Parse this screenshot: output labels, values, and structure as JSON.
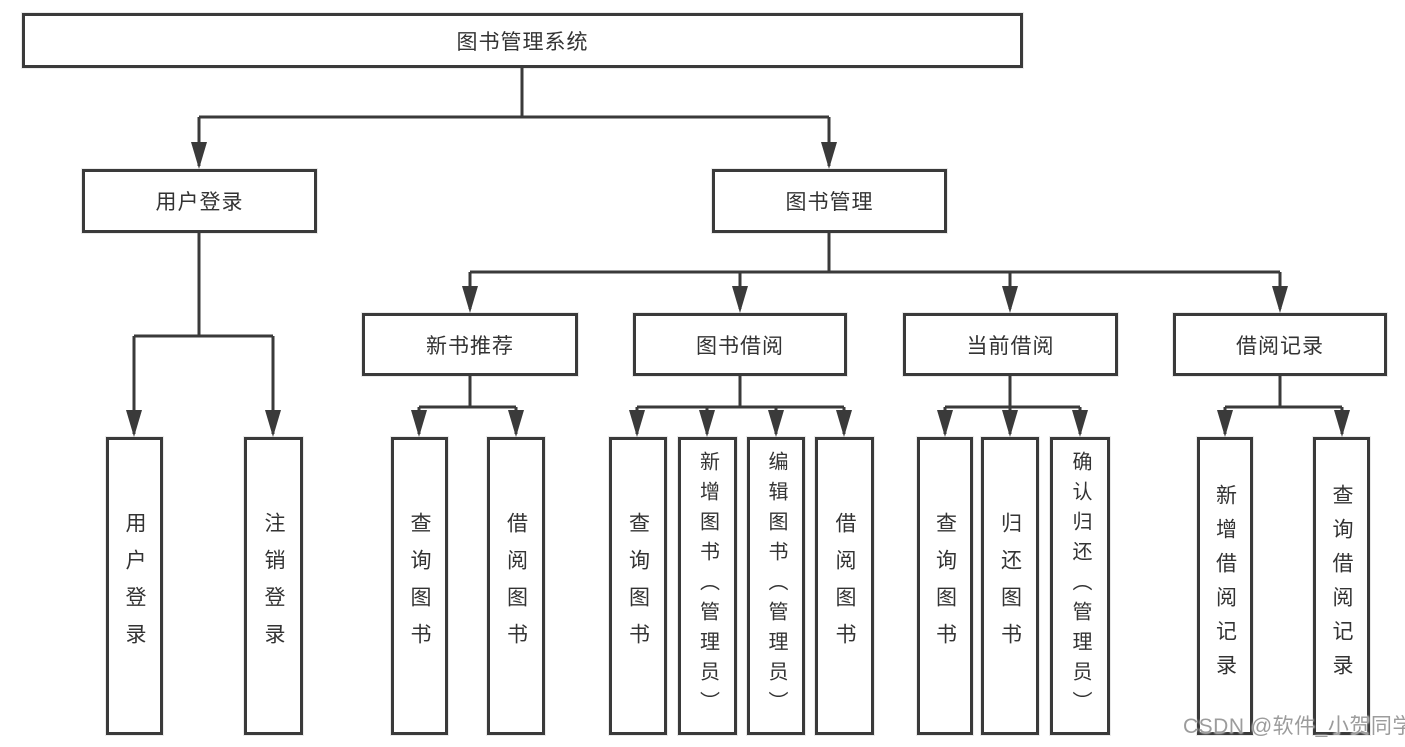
{
  "title": "图书管理系统",
  "watermark": "CSDN @软件_小贺同学",
  "colors": {
    "line": "#3a3a3a",
    "text": "#333333",
    "background": "#ffffff",
    "watermark": "#9c9c9c"
  },
  "nodes": {
    "root": "图书管理系统",
    "user_login": "用户登录",
    "book_mgmt": "图书管理",
    "new_book_rec": "新书推荐",
    "book_borrow": "图书借阅",
    "current_borrow": "当前借阅",
    "borrow_records": "借阅记录",
    "leaf_user_login": "用户登录",
    "leaf_logout": "注销登录",
    "leaf_rec_query_books": "查询图书",
    "leaf_rec_borrow_books": "借阅图书",
    "leaf_bb_query_books": "查询图书",
    "leaf_bb_add_books": "新增图书（管理员）",
    "leaf_bb_edit_books": "编辑图书（管理员）",
    "leaf_bb_borrow_books": "借阅图书",
    "leaf_cb_query_books": "查询图书",
    "leaf_cb_return_books": "归还图书",
    "leaf_cb_confirm_return": "确认归还（管理员）",
    "leaf_br_add_record": "新增借阅记录",
    "leaf_br_query_record": "查询借阅记录"
  },
  "hierarchy": {
    "图书管理系统": {
      "用户登录": [
        "用户登录",
        "注销登录"
      ],
      "图书管理": {
        "新书推荐": [
          "查询图书",
          "借阅图书"
        ],
        "图书借阅": [
          "查询图书",
          "新增图书（管理员）",
          "编辑图书（管理员）",
          "借阅图书"
        ],
        "当前借阅": [
          "查询图书",
          "归还图书",
          "确认归还（管理员）"
        ],
        "借阅记录": [
          "新增借阅记录",
          "查询借阅记录"
        ]
      }
    }
  }
}
